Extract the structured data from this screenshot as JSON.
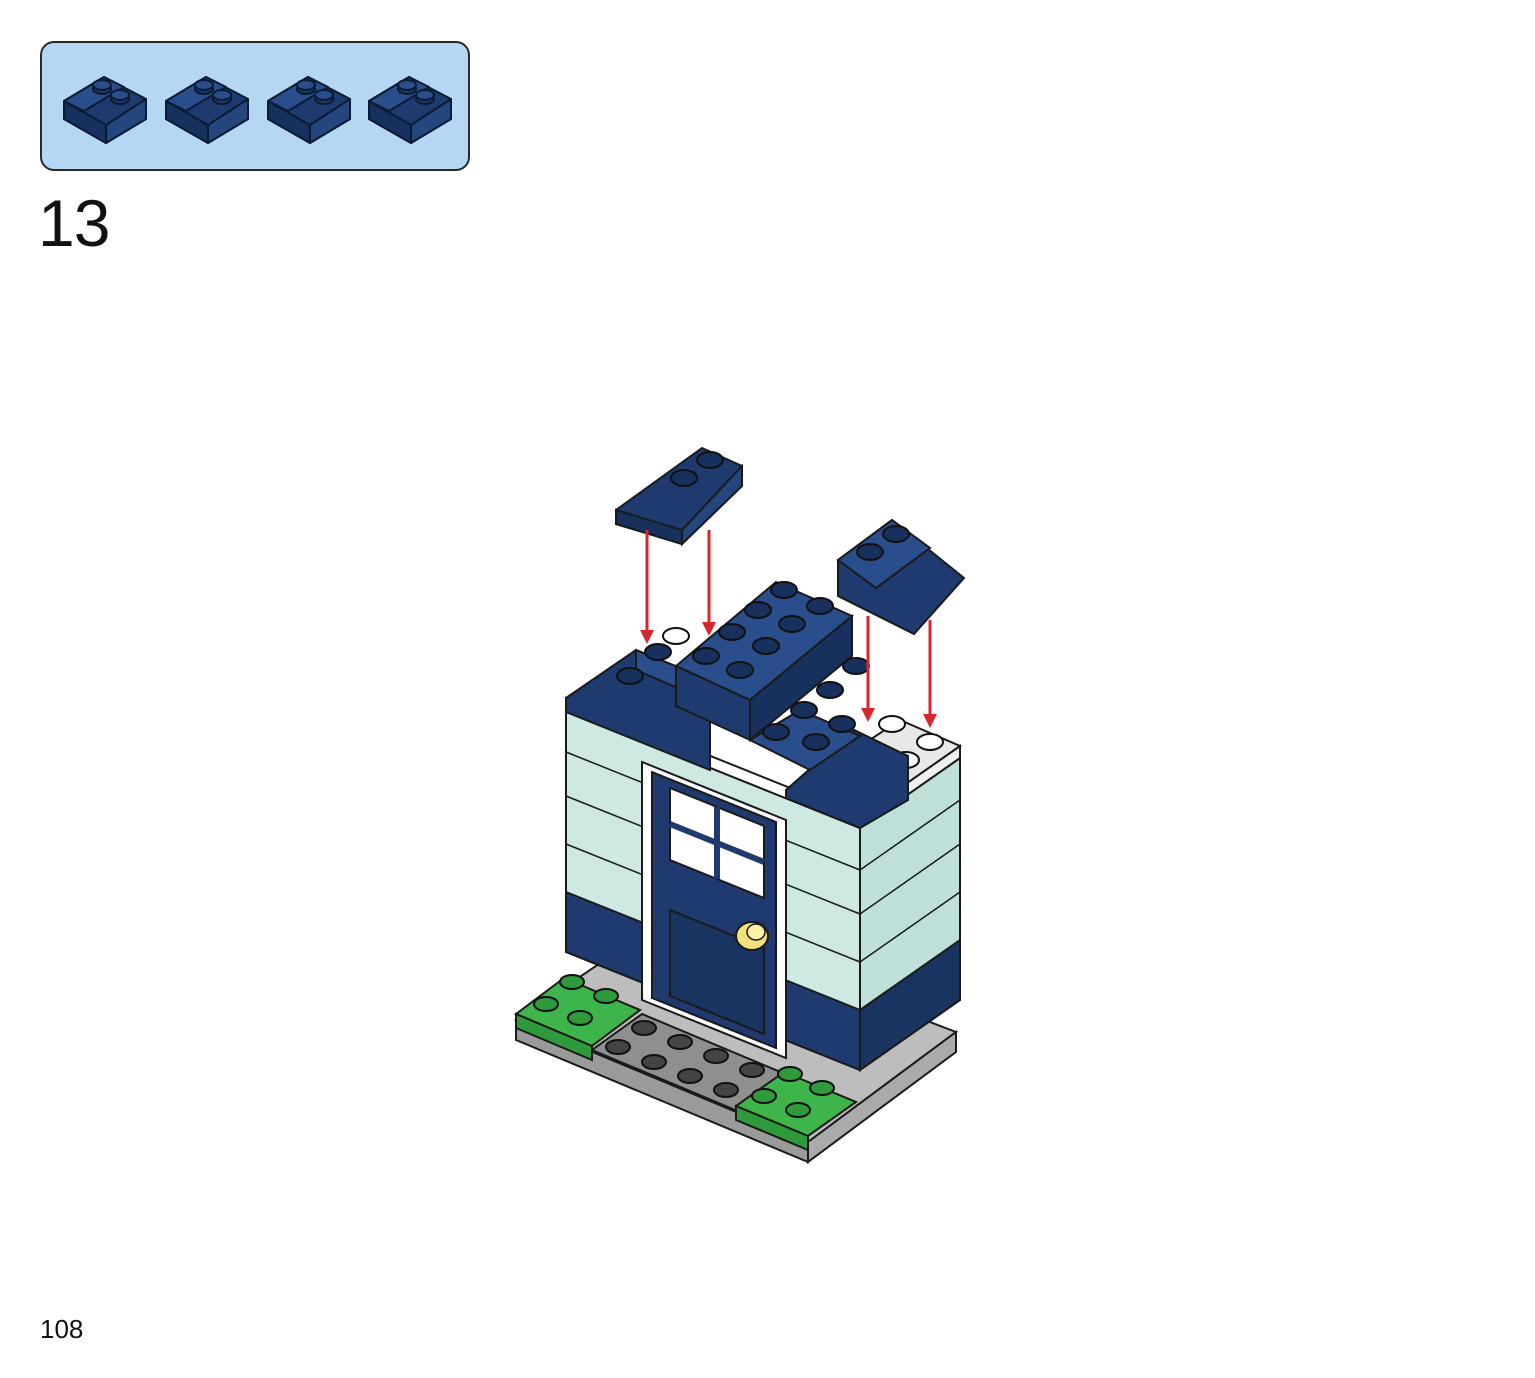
{
  "step": {
    "number": "13"
  },
  "parts_callout": {
    "part": "navy-slope-brick-2x2",
    "quantity": 4,
    "color": "#1e3a6e"
  },
  "page": {
    "number": "108"
  },
  "colors": {
    "callout_background": "#b5d7f3",
    "navy": "#1e3a6e",
    "light_aqua": "#cde9e2",
    "white": "#ffffff",
    "green": "#3db54a",
    "gray": "#8a8a8a",
    "light_gray": "#bdbdbd",
    "yellow": "#f3e27a",
    "arrow_red": "#d9262e"
  }
}
